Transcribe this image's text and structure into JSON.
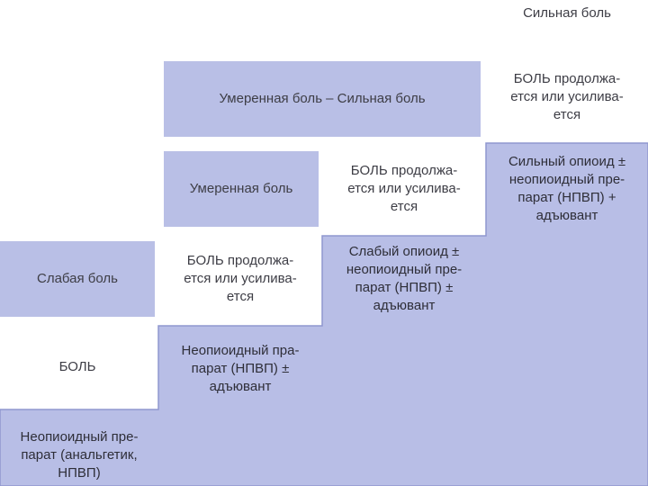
{
  "colors": {
    "step_fill": "#b8bee6",
    "step_edge": "#8f97cf",
    "box_fill": "#b9bfe6"
  },
  "top_label": "Сильная боль",
  "row1": {
    "pain_box": "Умеренная боль – Сильная боль",
    "persists": [
      "БОЛЬ продолжа-",
      "ется или усилива-",
      "ется"
    ]
  },
  "row2": {
    "pain_box": "Умеренная боль",
    "persists": [
      "БОЛЬ продолжа-",
      "ется или усилива-",
      "ется"
    ],
    "step_text": [
      "Сильный опиоид ±",
      "неопиоидный пре-",
      "парат (НПВП) +",
      "адъювант"
    ]
  },
  "row3": {
    "pain_box": "Слабая боль",
    "persists": [
      "БОЛЬ продолжа-",
      "ется или усилива-",
      "ется"
    ],
    "step_text": [
      "Слабый опиоид ±",
      "неопиоидный пре-",
      "парат (НПВП) ±",
      "адъювант"
    ]
  },
  "row4": {
    "pain_label": "БОЛЬ",
    "step_text": [
      "Неопиоидный пра-",
      "парат (НПВП) ±",
      "адъювант"
    ]
  },
  "row5": {
    "step_text": [
      "Неопиоидный пре-",
      "парат (анальгетик,",
      "НПВП)"
    ]
  }
}
